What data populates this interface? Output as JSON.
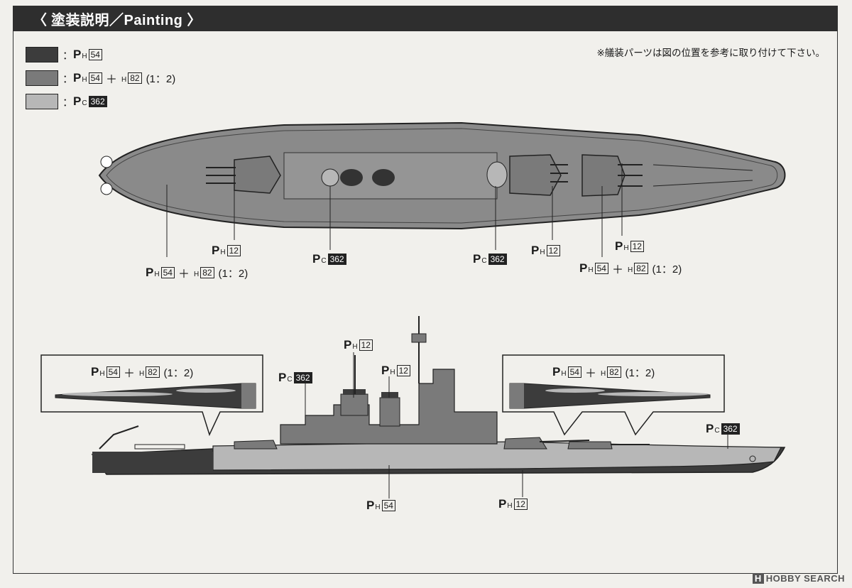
{
  "header": {
    "title": "塗装説明／Painting",
    "open": "〈",
    "close": "〉"
  },
  "legend": [
    {
      "code_p": "P",
      "code_sub": "H",
      "code_num": "54",
      "color": "#3c3c3c"
    },
    {
      "code_p": "P",
      "code_sub": "H",
      "code_num": "54",
      "plus_sub": "H",
      "plus_num": "82",
      "ratio": "(1：2)",
      "color": "#7a7a7a"
    },
    {
      "code_p": "P",
      "code_sub": "C",
      "code_num": "362",
      "color": "#b7b7b7"
    }
  ],
  "note": "※艤装パーツは図の位置を参考に取り付けて下さい。",
  "colors": {
    "dark": "#3c3c3c",
    "mid": "#7a7a7a",
    "light": "#b7b7b7",
    "deck": "#8a8a8a"
  },
  "labels": {
    "p": "P",
    "h": "H",
    "c": "C",
    "n12": "12",
    "n54": "54",
    "n82": "82",
    "n362": "362",
    "plus": "＋",
    "ratio": "(1：2)",
    "colon": "："
  },
  "watermark": {
    "brand": "HOBBY SEARCH",
    "badge": "H"
  }
}
